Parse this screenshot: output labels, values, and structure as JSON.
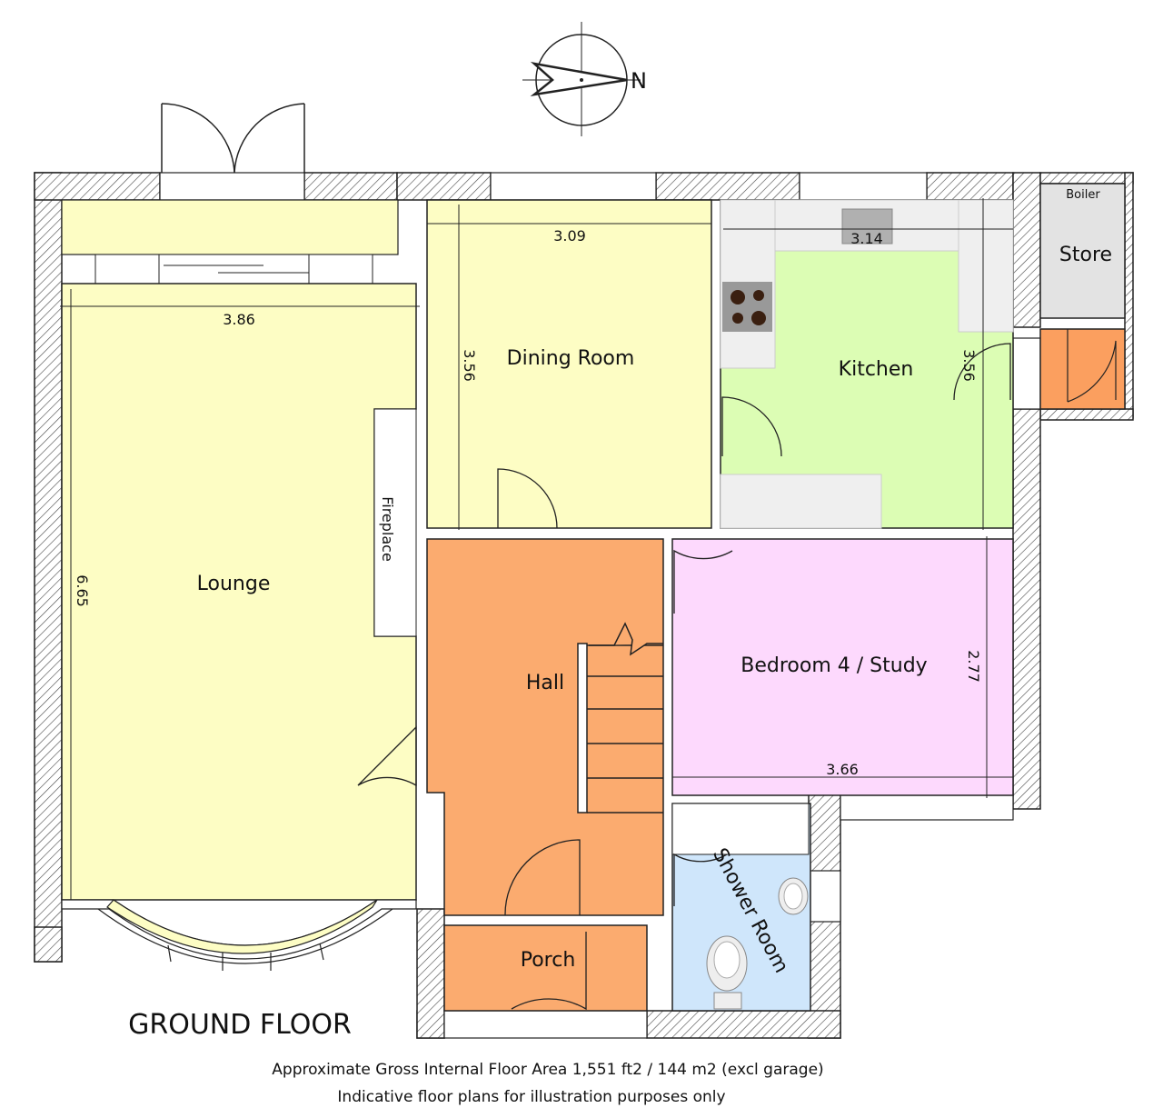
{
  "floor_title": "GROUND FLOOR",
  "compass_letter": "N",
  "rooms": {
    "lounge": {
      "label": "Lounge",
      "width": "3.86",
      "length": "6.65"
    },
    "dining": {
      "label": "Dining Room",
      "width": "3.09",
      "length": "3.56"
    },
    "kitchen": {
      "label": "Kitchen",
      "width": "3.14",
      "length": "3.56"
    },
    "store": {
      "label": "Store",
      "sublabel": "Boiler"
    },
    "hall": {
      "label": "Hall"
    },
    "bedroom": {
      "label": "Bedroom 4 / Study",
      "width": "3.66",
      "length": "2.77"
    },
    "shower": {
      "label": "Shower Room"
    },
    "porch": {
      "label": "Porch"
    }
  },
  "fireplace_label": "Fireplace",
  "footer": {
    "area": "Approximate Gross Internal Floor Area 1,551 ft2 / 144 m2  (excl garage)",
    "disclaimer": "Indicative floor plans for illustration purposes only"
  },
  "colors": {
    "lounge": "#fdfdc4",
    "dining": "#fdfdc4",
    "kitchen": "#dcfdb4",
    "hall": "#fbab6f",
    "porch": "#fbab6f",
    "bedroom": "#fdd9fd",
    "shower": "#cfe6fb",
    "store": "#e3e3e3",
    "cupboard": "#fb9f5f",
    "wall": "#ffffff",
    "hatch": "#444444"
  }
}
